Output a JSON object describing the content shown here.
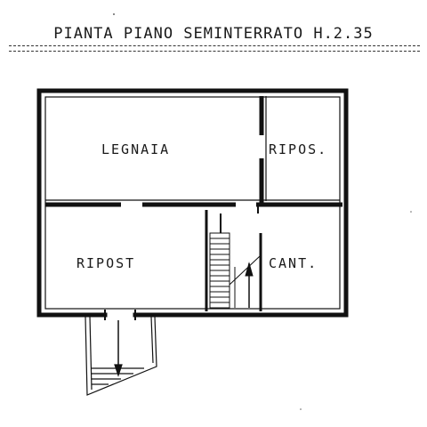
{
  "title": "PIANTA PIANO SEMINTERRATO H.2.35",
  "rooms": {
    "legnaia": "LEGNAIA",
    "ripos": "RIPOS.",
    "ripost": "RIPOST",
    "cant": "CANT."
  },
  "colors": {
    "wall": "#111111",
    "line": "#333333",
    "background": "#ffffff"
  }
}
